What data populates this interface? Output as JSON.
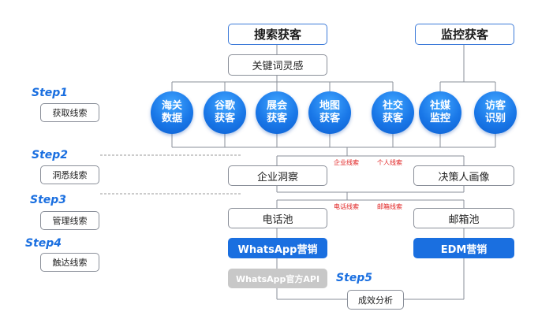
{
  "top": {
    "search": "搜索获客",
    "monitor": "监控获客"
  },
  "keyword": "关键词灵感",
  "search_sources": [
    {
      "line1": "海关",
      "line2": "数据"
    },
    {
      "line1": "谷歌",
      "line2": "获客"
    },
    {
      "line1": "展会",
      "line2": "获客"
    },
    {
      "line1": "地图",
      "line2": "获客"
    },
    {
      "line1": "社交",
      "line2": "获客"
    }
  ],
  "monitor_sources": [
    {
      "line1": "社媒",
      "line2": "监控"
    },
    {
      "line1": "访客",
      "line2": "识别"
    }
  ],
  "steps": [
    {
      "label": "Step1",
      "desc": "获取线索"
    },
    {
      "label": "Step2",
      "desc": "洞悉线索"
    },
    {
      "label": "Step3",
      "desc": "管理线索"
    },
    {
      "label": "Step4",
      "desc": "触达线索"
    },
    {
      "label": "Step5"
    }
  ],
  "insight": {
    "company": "企业洞察",
    "decision": "决策人画像"
  },
  "edge_labels": {
    "company_clue": "企业线索",
    "person_clue": "个人线索",
    "phone_clue": "电话线索",
    "email_clue": "邮箱线索"
  },
  "pools": {
    "phone": "电话池",
    "email": "邮箱池"
  },
  "marketing": {
    "whatsapp": "WhatsApp营销",
    "edm": "EDM营销",
    "whatsapp_api": "WhatsApp官方API"
  },
  "result": "成效分析",
  "colors": {
    "accent": "#1a6fe0",
    "edge_label": "#e02020",
    "api_box": "#c8c8c8"
  }
}
